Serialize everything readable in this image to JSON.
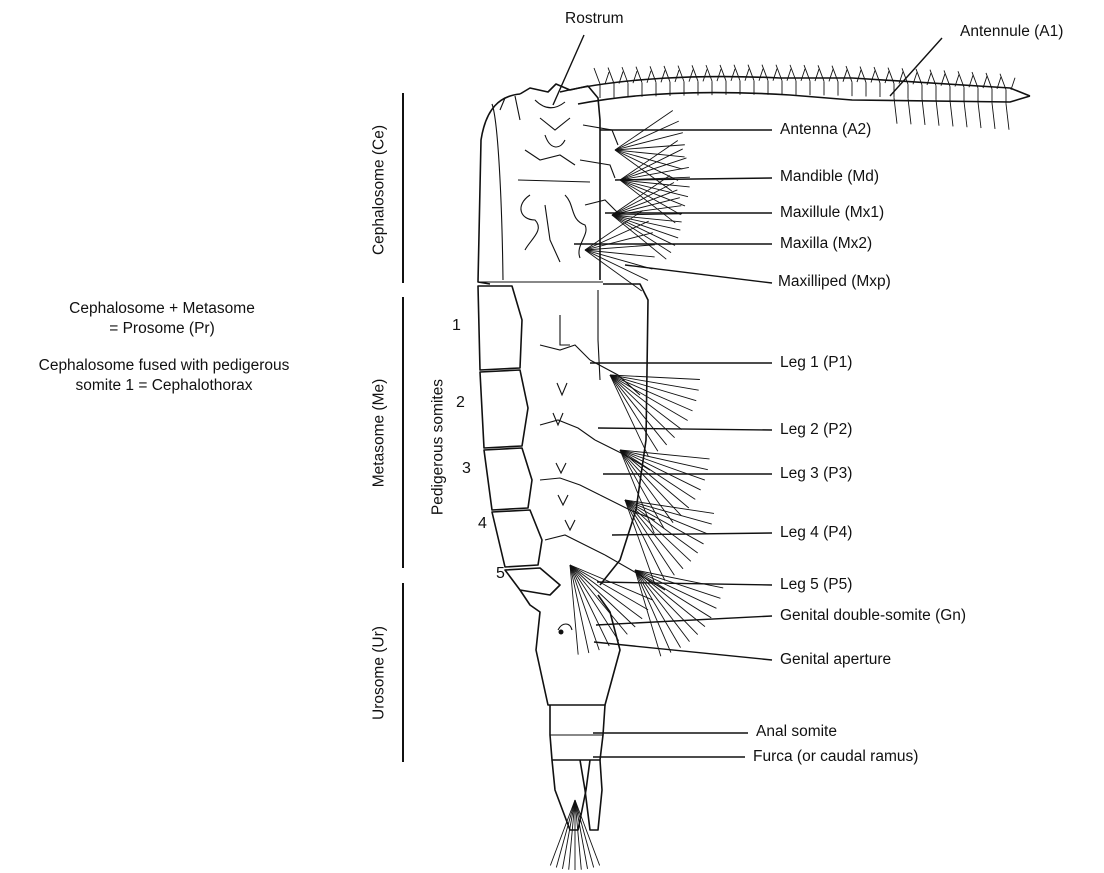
{
  "diagram": {
    "regions": {
      "cephalosome": "Cephalosome (Ce)",
      "metasome": "Metasome (Me)",
      "urosome": "Urosome (Ur)",
      "pedigerous": "Pedigerous somites"
    },
    "somite_numbers": [
      "1",
      "2",
      "3",
      "4",
      "5"
    ],
    "notes": {
      "prosome_line1": "Cephalosome + Metasome",
      "prosome_line2": "= Prosome (Pr)",
      "cephalothorax_line1": "Cephalosome fused with pedigerous",
      "cephalothorax_line2": "somite 1 = Cephalothorax"
    },
    "labels": {
      "rostrum": "Rostrum",
      "antennule": "Antennule (A1)",
      "antenna": "Antenna (A2)",
      "mandible": "Mandible (Md)",
      "maxillule": "Maxillule (Mx1)",
      "maxilla": "Maxilla (Mx2)",
      "maxilliped": "Maxilliped (Mxp)",
      "leg1": "Leg 1 (P1)",
      "leg2": "Leg 2 (P2)",
      "leg3": "Leg 3 (P3)",
      "leg4": "Leg 4 (P4)",
      "leg5": "Leg 5 (P5)",
      "genital_somite": "Genital double-somite (Gn)",
      "genital_aperture": "Genital aperture",
      "anal_somite": "Anal somite",
      "furca": "Furca (or caudal ramus)"
    }
  }
}
